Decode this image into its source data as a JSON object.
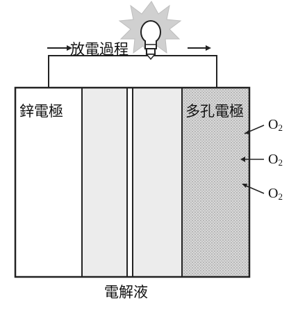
{
  "labels": {
    "discharge_process": "放電過程",
    "zinc_electrode": "鋅電極",
    "porous_electrode": "多孔電極",
    "electrolyte": "電解液"
  },
  "oxygen": {
    "symbol": "O",
    "subscript": "2"
  },
  "colors": {
    "stroke": "#222222",
    "separator_fill": "#ececec",
    "porous_fill": "#d8d8d8",
    "porous_dots": "#9a9a9a",
    "bulb_glow": "#d0d0d0"
  }
}
